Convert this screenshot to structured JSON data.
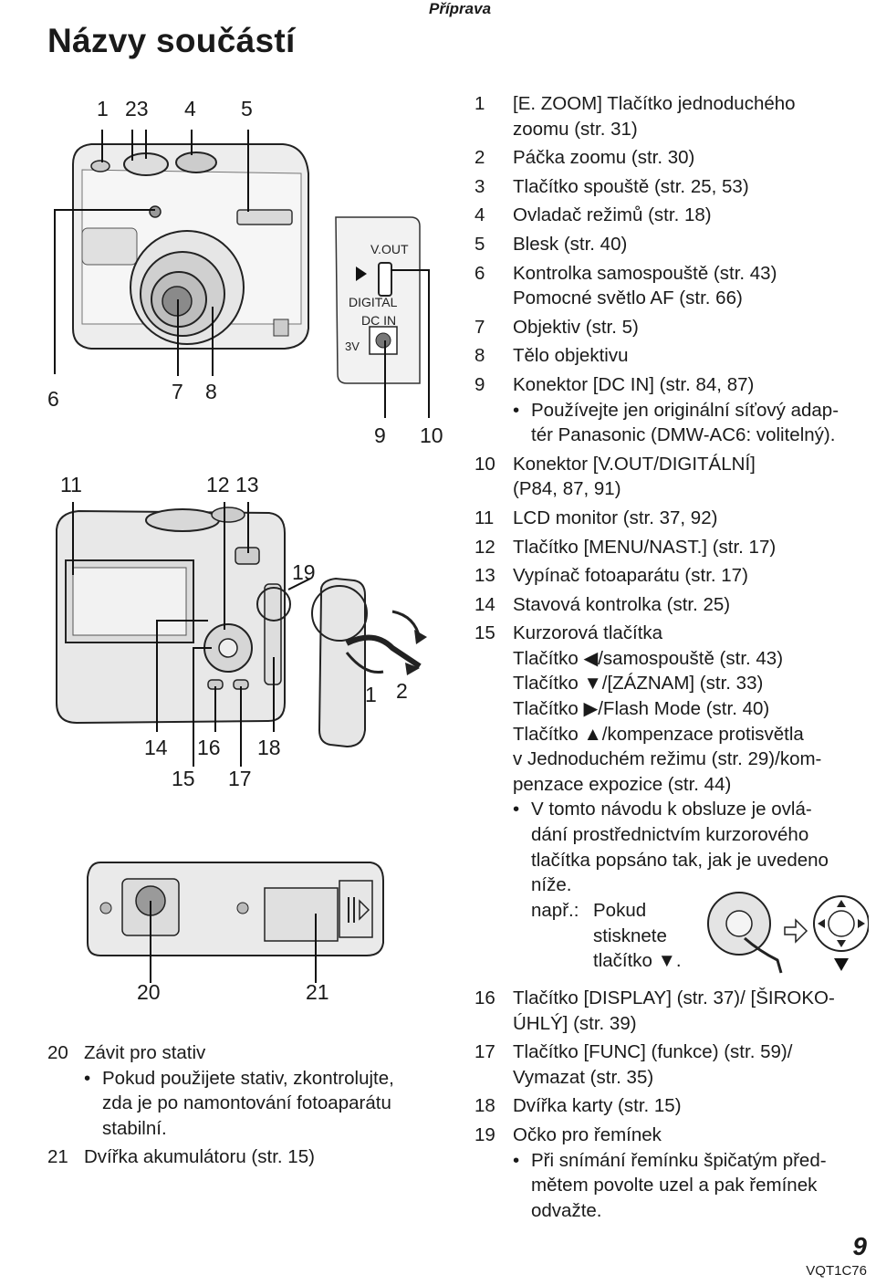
{
  "header": {
    "section": "Příprava"
  },
  "title": "Názvy součástí",
  "callouts": {
    "top": [
      "1",
      "23",
      "4",
      "5",
      "6",
      "7",
      "8",
      "9",
      "10"
    ],
    "back": [
      "11",
      "12 13",
      "19",
      "14",
      "16",
      "18",
      "15",
      "17",
      "1",
      "2"
    ],
    "bottom": [
      "20",
      "21"
    ]
  },
  "connector_labels": {
    "vout": "V.OUT",
    "digital": "DIGITAL",
    "dcin": "DC IN",
    "volt": "3V"
  },
  "parts": [
    {
      "num": "1",
      "lines": [
        "[E. ZOOM] Tlačítko jednoduchého",
        "zoomu (str. 31)"
      ]
    },
    {
      "num": "2",
      "lines": [
        "Páčka zoomu (str. 30)"
      ]
    },
    {
      "num": "3",
      "lines": [
        "Tlačítko spouště (str. 25, 53)"
      ]
    },
    {
      "num": "4",
      "lines": [
        "Ovladač režimů (str. 18)"
      ]
    },
    {
      "num": "5",
      "lines": [
        "Blesk (str. 40)"
      ]
    },
    {
      "num": "6",
      "lines": [
        "Kontrolka samospouště (str. 43)",
        "Pomocné světlo AF (str. 66)"
      ]
    },
    {
      "num": "7",
      "lines": [
        "Objektiv (str. 5)"
      ]
    },
    {
      "num": "8",
      "lines": [
        "Tělo objektivu"
      ]
    },
    {
      "num": "9",
      "lines": [
        "Konektor [DC IN] (str. 84, 87)"
      ],
      "bullet": [
        "Používejte jen originální síťový adap-",
        "tér Panasonic (DMW-AC6: volitelný)."
      ]
    },
    {
      "num": "10",
      "lines": [
        "Konektor [V.OUT/DIGITÁLNÍ]",
        "(P84, 87, 91)"
      ]
    },
    {
      "num": "11",
      "lines": [
        "LCD monitor (str. 37, 92)"
      ]
    },
    {
      "num": "12",
      "lines": [
        "Tlačítko [MENU/NAST.] (str. 17)"
      ]
    },
    {
      "num": "13",
      "lines": [
        "Vypínač fotoaparátu (str. 17)"
      ]
    },
    {
      "num": "14",
      "lines": [
        "Stavová kontrolka (str. 25)"
      ]
    },
    {
      "num": "15",
      "lines": [
        "Kurzorová tlačítka",
        "Tlačítko ◀/samospouště (str. 43)",
        "Tlačítko ▼/[ZÁZNAM] (str. 33)",
        "Tlačítko ▶/Flash Mode (str. 40)",
        "Tlačítko ▲/kompenzace protisvětla",
        "v Jednoduchém režimu (str. 29)/kom-",
        "penzace expozice (str. 44)"
      ],
      "bullet": [
        "V tomto návodu k obsluze je ovlá-",
        "dání prostřednictvím kurzorového",
        "tlačítka popsáno tak, jak je uvedeno",
        "níže."
      ]
    }
  ],
  "example": {
    "label": "např.:",
    "lines": [
      "Pokud",
      "stisknete",
      "tlačítko ▼."
    ]
  },
  "parts2": [
    {
      "num": "16",
      "lines": [
        "Tlačítko [DISPLAY] (str. 37)/ [ŠIROKO-",
        "ÚHLÝ] (str. 39)"
      ]
    },
    {
      "num": "17",
      "lines": [
        "Tlačítko [FUNC] (funkce) (str. 59)/",
        "Vymazat (str. 35)"
      ]
    },
    {
      "num": "18",
      "lines": [
        "Dvířka karty (str. 15)"
      ]
    },
    {
      "num": "19",
      "lines": [
        "Očko pro řemínek"
      ],
      "bullet": [
        "Při snímání řemínku špičatým před-",
        "mětem povolte uzel a pak řemínek",
        "odvažte."
      ]
    }
  ],
  "parts_left": [
    {
      "num": "20",
      "lines": [
        "Závit pro stativ"
      ],
      "bullet": [
        "Pokud použijete stativ, zkontrolujte,",
        "zda je po namontování fotoaparátu",
        "stabilní."
      ]
    },
    {
      "num": "21",
      "lines": [
        "Dvířka akumulátoru (str. 15)"
      ]
    }
  ],
  "footer": {
    "page": "9",
    "code": "VQT1C76"
  }
}
